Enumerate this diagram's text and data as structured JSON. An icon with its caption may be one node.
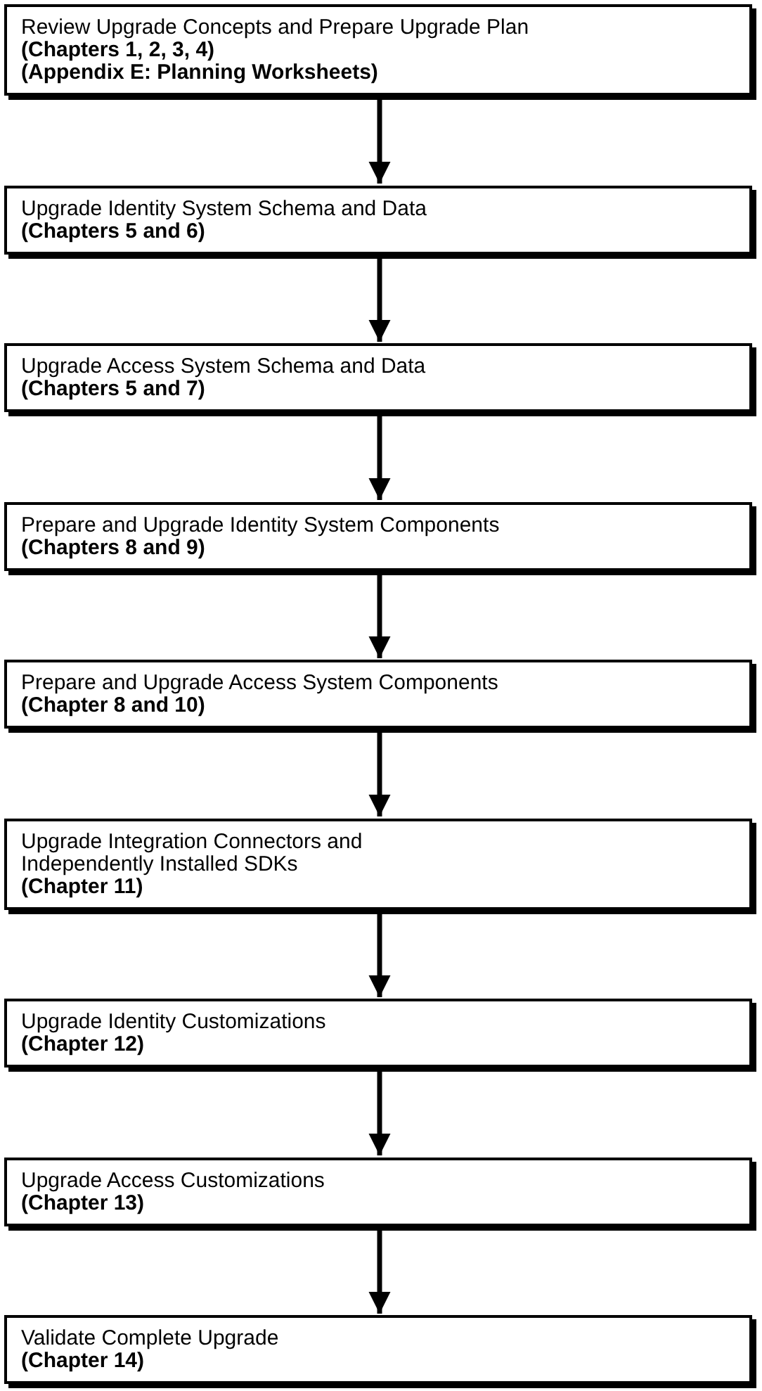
{
  "diagram": {
    "nodes": [
      {
        "text": [
          "Review Upgrade Concepts and Prepare Upgrade Plan",
          "(Chapters 1, 2, 3, 4)",
          "(Appendix E: Planning Worksheets)"
        ]
      },
      {
        "text": [
          "Upgrade Identity System Schema and Data",
          "(Chapters 5 and 6)"
        ]
      },
      {
        "text": [
          "Upgrade Access System Schema and Data",
          "(Chapters 5 and 7)"
        ]
      },
      {
        "text": [
          "Prepare and Upgrade Identity System Components",
          "(Chapters 8 and 9)"
        ]
      },
      {
        "text": [
          "Prepare and Upgrade Access System Components",
          "(Chapter 8 and 10)"
        ]
      },
      {
        "text": [
          "Upgrade Integration Connectors and Independently Installed SDKs",
          "(Chapter 11)"
        ]
      },
      {
        "text": [
          "Upgrade Identity Customizations",
          "(Chapter 12)"
        ]
      },
      {
        "text": [
          "Upgrade Access Customizations",
          "(Chapter 13)"
        ]
      },
      {
        "text": [
          "Validate Complete Upgrade",
          "(Chapter 14)"
        ]
      }
    ],
    "edges": [
      {
        "from": 0,
        "to": 1,
        "arrow": "to"
      },
      {
        "from": 1,
        "to": 2,
        "arrow": "to"
      },
      {
        "from": 2,
        "to": 3,
        "arrow": "to"
      },
      {
        "from": 3,
        "to": 4,
        "arrow": "to"
      },
      {
        "from": 4,
        "to": 5,
        "arrow": "to"
      },
      {
        "from": 5,
        "to": 6,
        "arrow": "to"
      },
      {
        "from": 6,
        "to": 7,
        "arrow": "to"
      },
      {
        "from": 7,
        "to": 8,
        "arrow": "to"
      }
    ]
  }
}
